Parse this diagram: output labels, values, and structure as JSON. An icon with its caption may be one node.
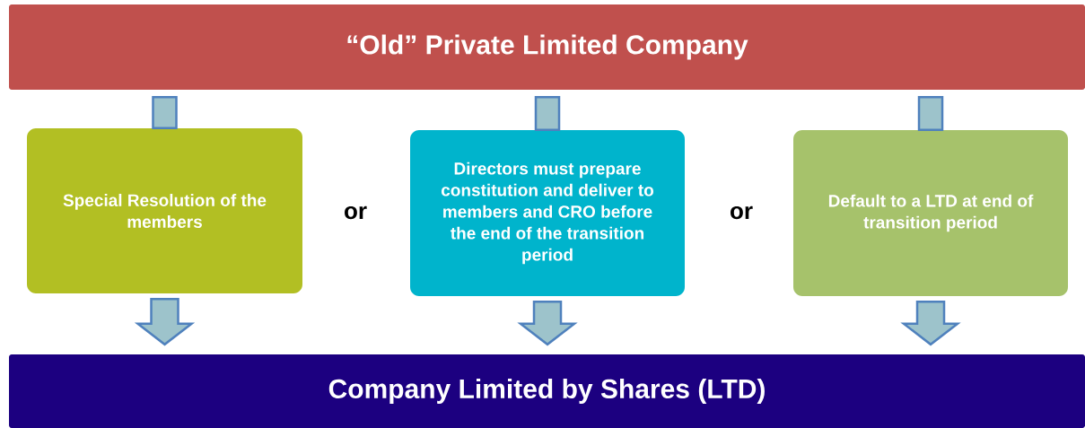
{
  "diagram": {
    "nodes": [
      {
        "text": [
          "“Old” Private Limited Company"
        ]
      },
      {
        "text": [
          "Special Resolution of the members"
        ]
      },
      {
        "text": [
          "Directors must prepare constitution and deliver to members and CRO before the end of the transition period"
        ]
      },
      {
        "text": [
          "Default to a LTD at end of transition period"
        ]
      },
      {
        "text": [
          "Company Limited by Shares (LTD)"
        ]
      }
    ],
    "edges": [
      {
        "from": 0,
        "to": 1,
        "arrow": "none"
      },
      {
        "from": 0,
        "to": 2,
        "arrow": "none"
      },
      {
        "from": 0,
        "to": 3,
        "arrow": "none"
      },
      {
        "from": 1,
        "to": 4,
        "arrow": "to"
      },
      {
        "from": 2,
        "to": 4,
        "arrow": "to"
      },
      {
        "from": 3,
        "to": 4,
        "arrow": "to"
      }
    ],
    "labels": [
      "or",
      "or"
    ]
  }
}
